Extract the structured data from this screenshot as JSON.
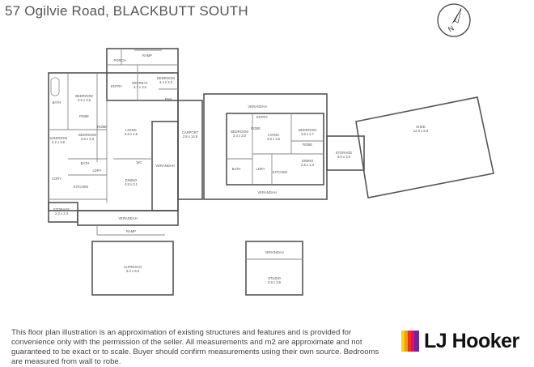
{
  "title": "57 Ogilvie Road, BLACKBUTT SOUTH",
  "compass": {
    "north_label": "N"
  },
  "rooms": {
    "porch": "PORCH",
    "ramp_top": "RAMP",
    "entry_main": "ENTRY",
    "retreat": "RETREAT",
    "retreat_dim": "3.7 x 3.0",
    "bedroom_top": "BEDROOM",
    "bedroom_top_dim": "3.4 x 3.3",
    "ens": "ENS",
    "bath_left": "BATH",
    "bedroom_left": "BEDROOM",
    "bedroom_left_dim": "3.6 x 3.6",
    "robe_left": "ROBE",
    "sunroom": "SUNROOM",
    "sunroom_dim": "3.2 x 3.8",
    "bedroom_mid": "BEDROOM",
    "bedroom_mid_dim": "3.6 x 3.8",
    "robe_mid": "ROBE",
    "living_main": "LIVING",
    "living_main_dim": "6.8 x 4.8",
    "bath_mid": "BATH",
    "laundry": "LDRY",
    "kitchen_main": "KITCHEN",
    "dining_main": "DINING",
    "dining_main_dim": "4.8 x 3.1",
    "wc": "WC",
    "verandah_side": "VERANDAH",
    "cory": "CORY",
    "storage_left": "STORAGE",
    "storage_left_dim": "2.2 x 2.3",
    "verandah_bottom": "VERANDAH",
    "ramp_bottom": "RAMP",
    "carport": "CARPORT",
    "carport_dim": "2.8 x 14.6",
    "verandah_top_right": "VERANDAH",
    "bedroom_r1": "BEDROOM",
    "bedroom_r1_dim": "3.4 x 3.0",
    "robe_r1": "ROBE",
    "entry_r": "ENTRY",
    "living_r": "LIVING",
    "living_r_dim": "4.8 x 3.6",
    "bedroom_r2": "BEDROOM",
    "bedroom_r2_dim": "3.6 x 2.7",
    "robe_r2": "ROBE",
    "bath_r": "BATH",
    "ldry_r": "LDRY",
    "kitchen_r": "KITCHEN",
    "dining_r": "DINING",
    "dining_r_dim": "2.8 x 1.3",
    "verandah_r_bottom": "VERANDAH",
    "storage_r": "STORAGE",
    "storage_r_dim": "6.0 x 3.0",
    "shed": "SHED",
    "shed_dim": "12.0 x 6.0",
    "alfresco": "ALFRESCO",
    "alfresco_dim": "5.0 x 6.8",
    "verandah_studio": "VERANDAH",
    "studio": "STUDIO",
    "studio_dim": "3.8 x 3.8"
  },
  "disclaimer": "This floor plan illustration is an approximation of existing structures and features and is provided for convenience only with the permission of the seller. All measurements and m2 are approximate and not guaranteed to be exact or to scale. Buyer should confirm measurements using their own source. Bedrooms are measured from wall to robe.",
  "brand": {
    "name": "LJ Hooker",
    "colors": {
      "yellow": "#FFD200",
      "orange": "#F7941D",
      "red": "#E63323",
      "pink": "#EC008C",
      "purple": "#662D91"
    }
  },
  "colors": {
    "wall": "#555555",
    "thin": "#888888"
  }
}
